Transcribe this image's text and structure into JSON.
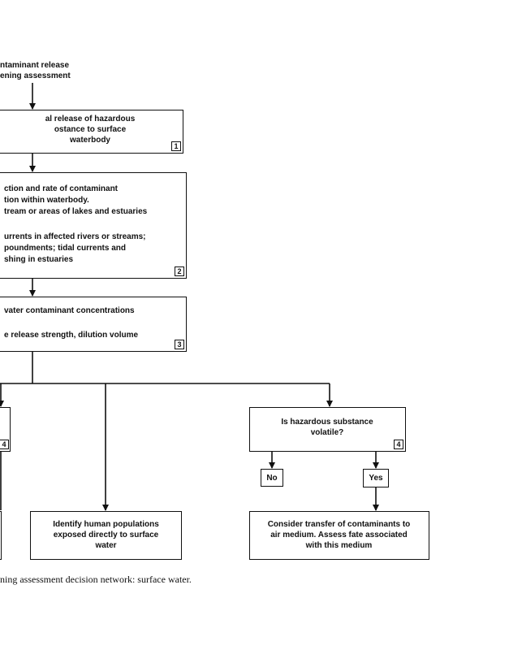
{
  "start": {
    "line1": "ntaminant release",
    "line2": "ening assessment"
  },
  "box1": {
    "line1": "al release of hazardous",
    "line2": "ostance to surface",
    "line3": "waterbody",
    "num": "1"
  },
  "box2": {
    "line1": "ction and rate of contaminant",
    "line2": "tion within waterbody.",
    "line3": "tream or areas of lakes and estuaries",
    "line4": "urrents in affected rivers or streams;",
    "line5": "poundments; tidal currents and",
    "line6": "shing in estuaries",
    "num": "2"
  },
  "box3": {
    "line1": "vater contaminant concentrations",
    "line2": "e release strength, dilution volume",
    "num": "3"
  },
  "left_box": {
    "num": "4"
  },
  "volatile_box": {
    "line1": "Is hazardous substance",
    "line2": "volatile?",
    "num": "4"
  },
  "no_box": {
    "label": "No"
  },
  "yes_box": {
    "label": "Yes"
  },
  "populations_box": {
    "line1": "Identify human populations",
    "line2": "exposed directly to surface",
    "line3": "water"
  },
  "transfer_box": {
    "line1": "Consider transfer of contaminants to",
    "line2": "air medium.  Assess fate associated",
    "line3": "with this medium"
  },
  "caption": "ning assessment decision network: surface water."
}
